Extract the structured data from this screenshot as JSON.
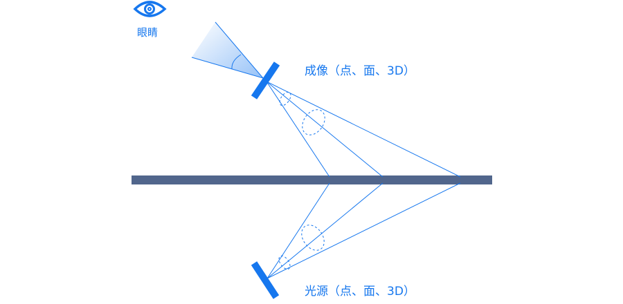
{
  "labels": {
    "eye": "眼睛",
    "imaging": "成像（点、面、3D）",
    "light_source": "光源（点、面、3D）"
  },
  "colors": {
    "accent": "#1677ee",
    "surface": "#51668c"
  },
  "icons": [
    "eye-icon"
  ]
}
